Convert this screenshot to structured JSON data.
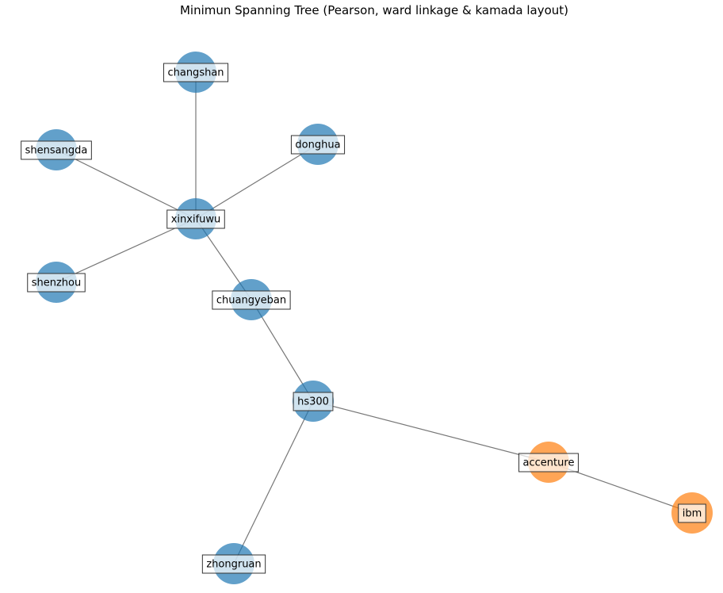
{
  "title": "Minimun Spanning Tree (Pearson, ward linkage & kamada layout)",
  "colors": {
    "cluster_1": "#1f77b4",
    "cluster_2": "#ff7f0e",
    "edge": "#777777",
    "label_box_fill": "#ffffff",
    "label_box_border": "#333333"
  },
  "chart_data": {
    "type": "network",
    "title": "Minimun Spanning Tree (Pearson, ward linkage & kamada layout)",
    "nodes": [
      {
        "id": "changshan",
        "cluster": 1,
        "pos": [
          0.28,
          0.95
        ]
      },
      {
        "id": "shensangda",
        "cluster": 1,
        "pos": [
          0.08,
          0.82
        ]
      },
      {
        "id": "donghua",
        "cluster": 1,
        "pos": [
          0.45,
          0.83
        ]
      },
      {
        "id": "xinxifuwu",
        "cluster": 1,
        "pos": [
          0.28,
          0.7
        ]
      },
      {
        "id": "shenzhou",
        "cluster": 1,
        "pos": [
          0.08,
          0.58
        ]
      },
      {
        "id": "chuangyeban",
        "cluster": 1,
        "pos": [
          0.36,
          0.56
        ]
      },
      {
        "id": "hs300",
        "cluster": 1,
        "pos": [
          0.44,
          0.38
        ]
      },
      {
        "id": "zhongruan",
        "cluster": 1,
        "pos": [
          0.33,
          0.09
        ]
      },
      {
        "id": "accenture",
        "cluster": 2,
        "pos": [
          0.77,
          0.27
        ]
      },
      {
        "id": "ibm",
        "cluster": 2,
        "pos": [
          0.97,
          0.18
        ]
      }
    ],
    "edges": [
      [
        "changshan",
        "xinxifuwu"
      ],
      [
        "shensangda",
        "xinxifuwu"
      ],
      [
        "donghua",
        "xinxifuwu"
      ],
      [
        "shenzhou",
        "xinxifuwu"
      ],
      [
        "xinxifuwu",
        "chuangyeban"
      ],
      [
        "chuangyeban",
        "hs300"
      ],
      [
        "hs300",
        "zhongruan"
      ],
      [
        "hs300",
        "accenture"
      ],
      [
        "accenture",
        "ibm"
      ]
    ]
  }
}
